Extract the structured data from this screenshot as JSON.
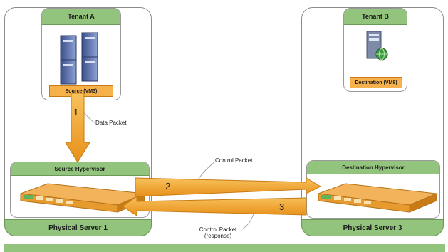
{
  "tenant_a": {
    "title": "Tenant A",
    "vm_label": "Source (VM3)"
  },
  "tenant_b": {
    "title": "Tenant B",
    "vm_label": "Destination (VM8)"
  },
  "left_server": {
    "hypervisor": "Source Hypervisor",
    "name": "Physical Server 1"
  },
  "right_server": {
    "hypervisor": "Destination Hypervisor",
    "name": "Physical Server 3"
  },
  "arrows": {
    "step1": "1",
    "step2": "2",
    "step3": "3",
    "data_packet": "Data Packet",
    "control_packet": "Control Packet",
    "control_response_line1": "Control Packet",
    "control_response_line2": "(response)"
  },
  "icons": {
    "source_vm": "server-tower-cluster-icon",
    "destination_vm": "server-globe-icon",
    "hypervisor": "rack-server-icon"
  },
  "colors": {
    "green": "#92c47d",
    "orange": "#f6b14a",
    "arrow": "#f5a623"
  }
}
